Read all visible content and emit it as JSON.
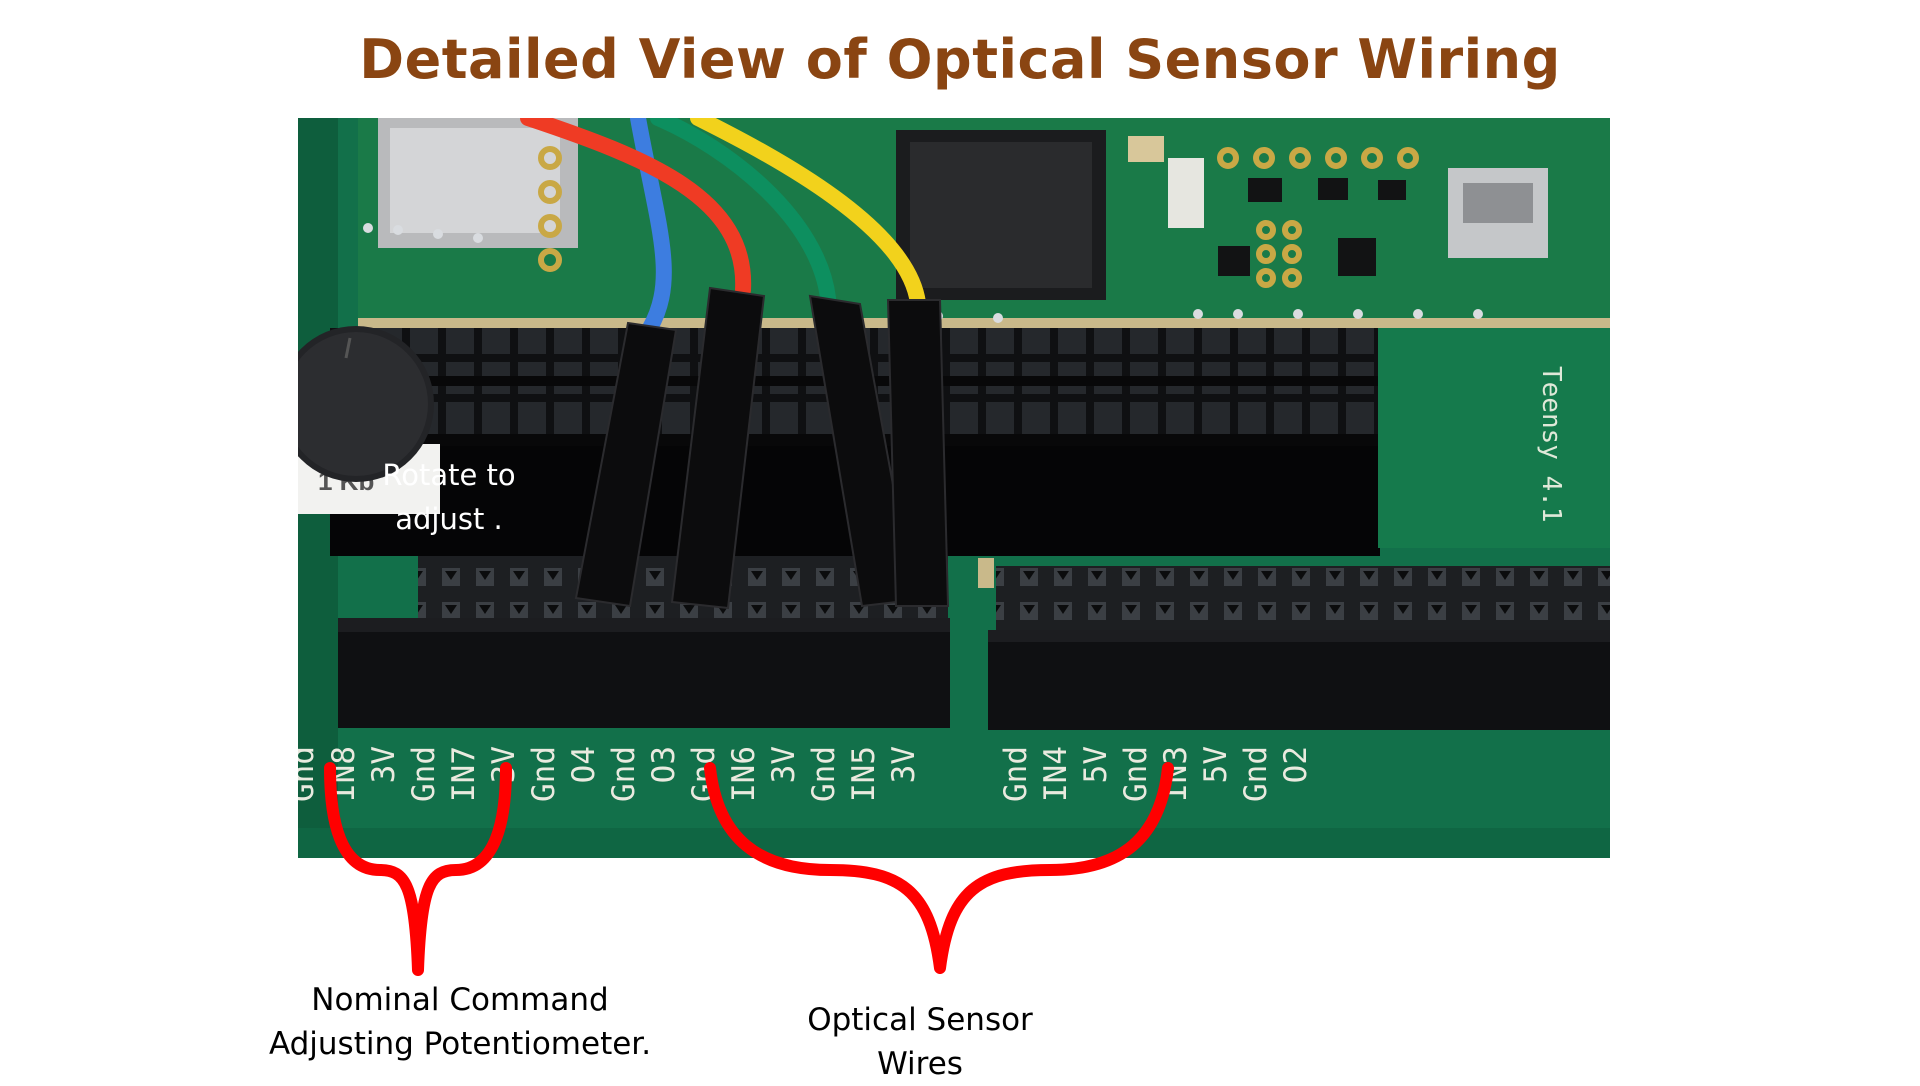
{
  "title": "Detailed View of Optical Sensor Wiring",
  "photo": {
    "knob_label": "Rotate to adjust .",
    "board_label": "Teensy 4.1",
    "pin_labels_left": [
      "Gnd",
      "IN8",
      "3V",
      "Gnd",
      "IN7",
      "3V",
      "Gnd",
      "O4",
      "Gnd",
      "O3",
      "Gnd",
      "IN6",
      "3V",
      "Gnd",
      "IN5",
      "3V"
    ],
    "pin_labels_right": [
      "Gnd",
      "IN4",
      "5V",
      "Gnd",
      "IN3",
      "5V",
      "Gnd",
      "O2"
    ],
    "wire_colors": [
      "#3d7de0",
      "#ef3b24",
      "#0d8f5f",
      "#f2d21c"
    ],
    "pcb_color": "#12704a"
  },
  "annotations": {
    "potentiometer_caption_line1": "Nominal Command",
    "potentiometer_caption_line2": "Adjusting Potentiometer.",
    "sensor_caption_line1": "Optical Sensor",
    "sensor_caption_line2": "Wires",
    "bracket_color": "#ff0000"
  }
}
